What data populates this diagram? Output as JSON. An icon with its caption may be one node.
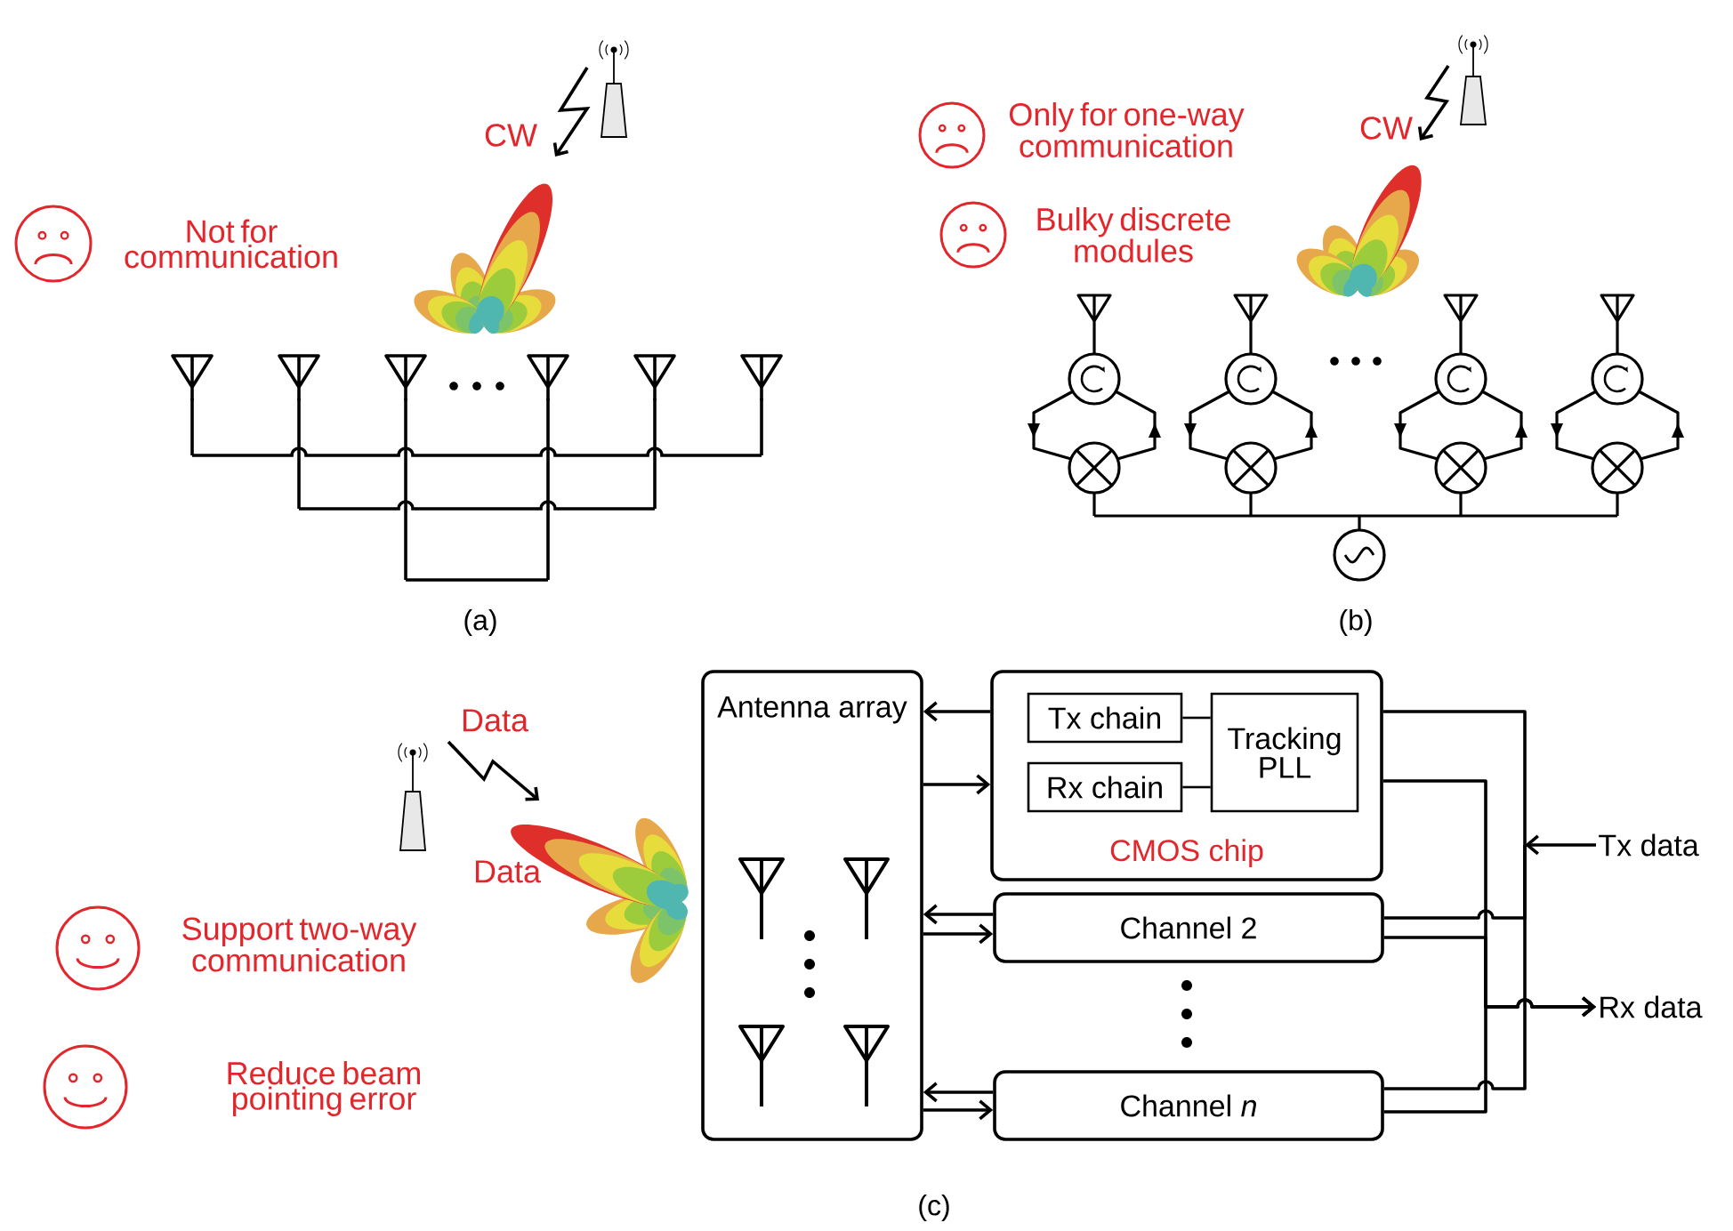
{
  "diagram": {
    "nodes": [
      {
        "text": [
          "Antenna array"
        ]
      },
      {
        "text": [
          "CMOS chip"
        ]
      },
      {
        "text": [
          "Tx chain"
        ],
        "in": 1
      },
      {
        "text": [
          "Rx chain"
        ],
        "in": 1
      },
      {
        "text": [
          "Tracking PLL"
        ],
        "in": 1
      },
      {
        "text": [
          "Channel 2"
        ]
      },
      {
        "text": [
          "Channel *n*"
        ]
      },
      {
        "text": [
          "Tx data"
        ]
      },
      {
        "text": [
          "Rx data"
        ]
      }
    ],
    "edges": [
      {
        "from": 1,
        "to": 0,
        "arrow": "to"
      },
      {
        "from": 0,
        "to": 1,
        "arrow": "to"
      },
      {
        "from": 2,
        "to": 4,
        "arrow": "none"
      },
      {
        "from": 3,
        "to": 4,
        "arrow": "none"
      },
      {
        "from": 5,
        "to": 0,
        "arrow": "to"
      },
      {
        "from": 0,
        "to": 5,
        "arrow": "to"
      },
      {
        "from": 6,
        "to": 0,
        "arrow": "to"
      },
      {
        "from": 0,
        "to": 6,
        "arrow": "to"
      },
      {
        "from": 7,
        "to": null,
        "arrow": "to"
      },
      {
        "from": null,
        "to": 1,
        "arrow": "none"
      },
      {
        "from": null,
        "to": 5,
        "arrow": "none"
      },
      {
        "from": null,
        "to": 6,
        "arrow": "none"
      },
      {
        "from": 1,
        "to": 8,
        "arrow": "to"
      },
      {
        "from": 5,
        "to": 8,
        "arrow": "to"
      },
      {
        "from": 6,
        "to": 8,
        "arrow": "to"
      }
    ],
    "labels": [
      "CW",
      "Not for communication",
      "(a)",
      "Only for one-way communication",
      "CW",
      "Bulky discrete modules",
      "(b)",
      "Data",
      "Data",
      "Support two-way communication",
      "Reduce beam pointing error",
      "(c)"
    ]
  }
}
